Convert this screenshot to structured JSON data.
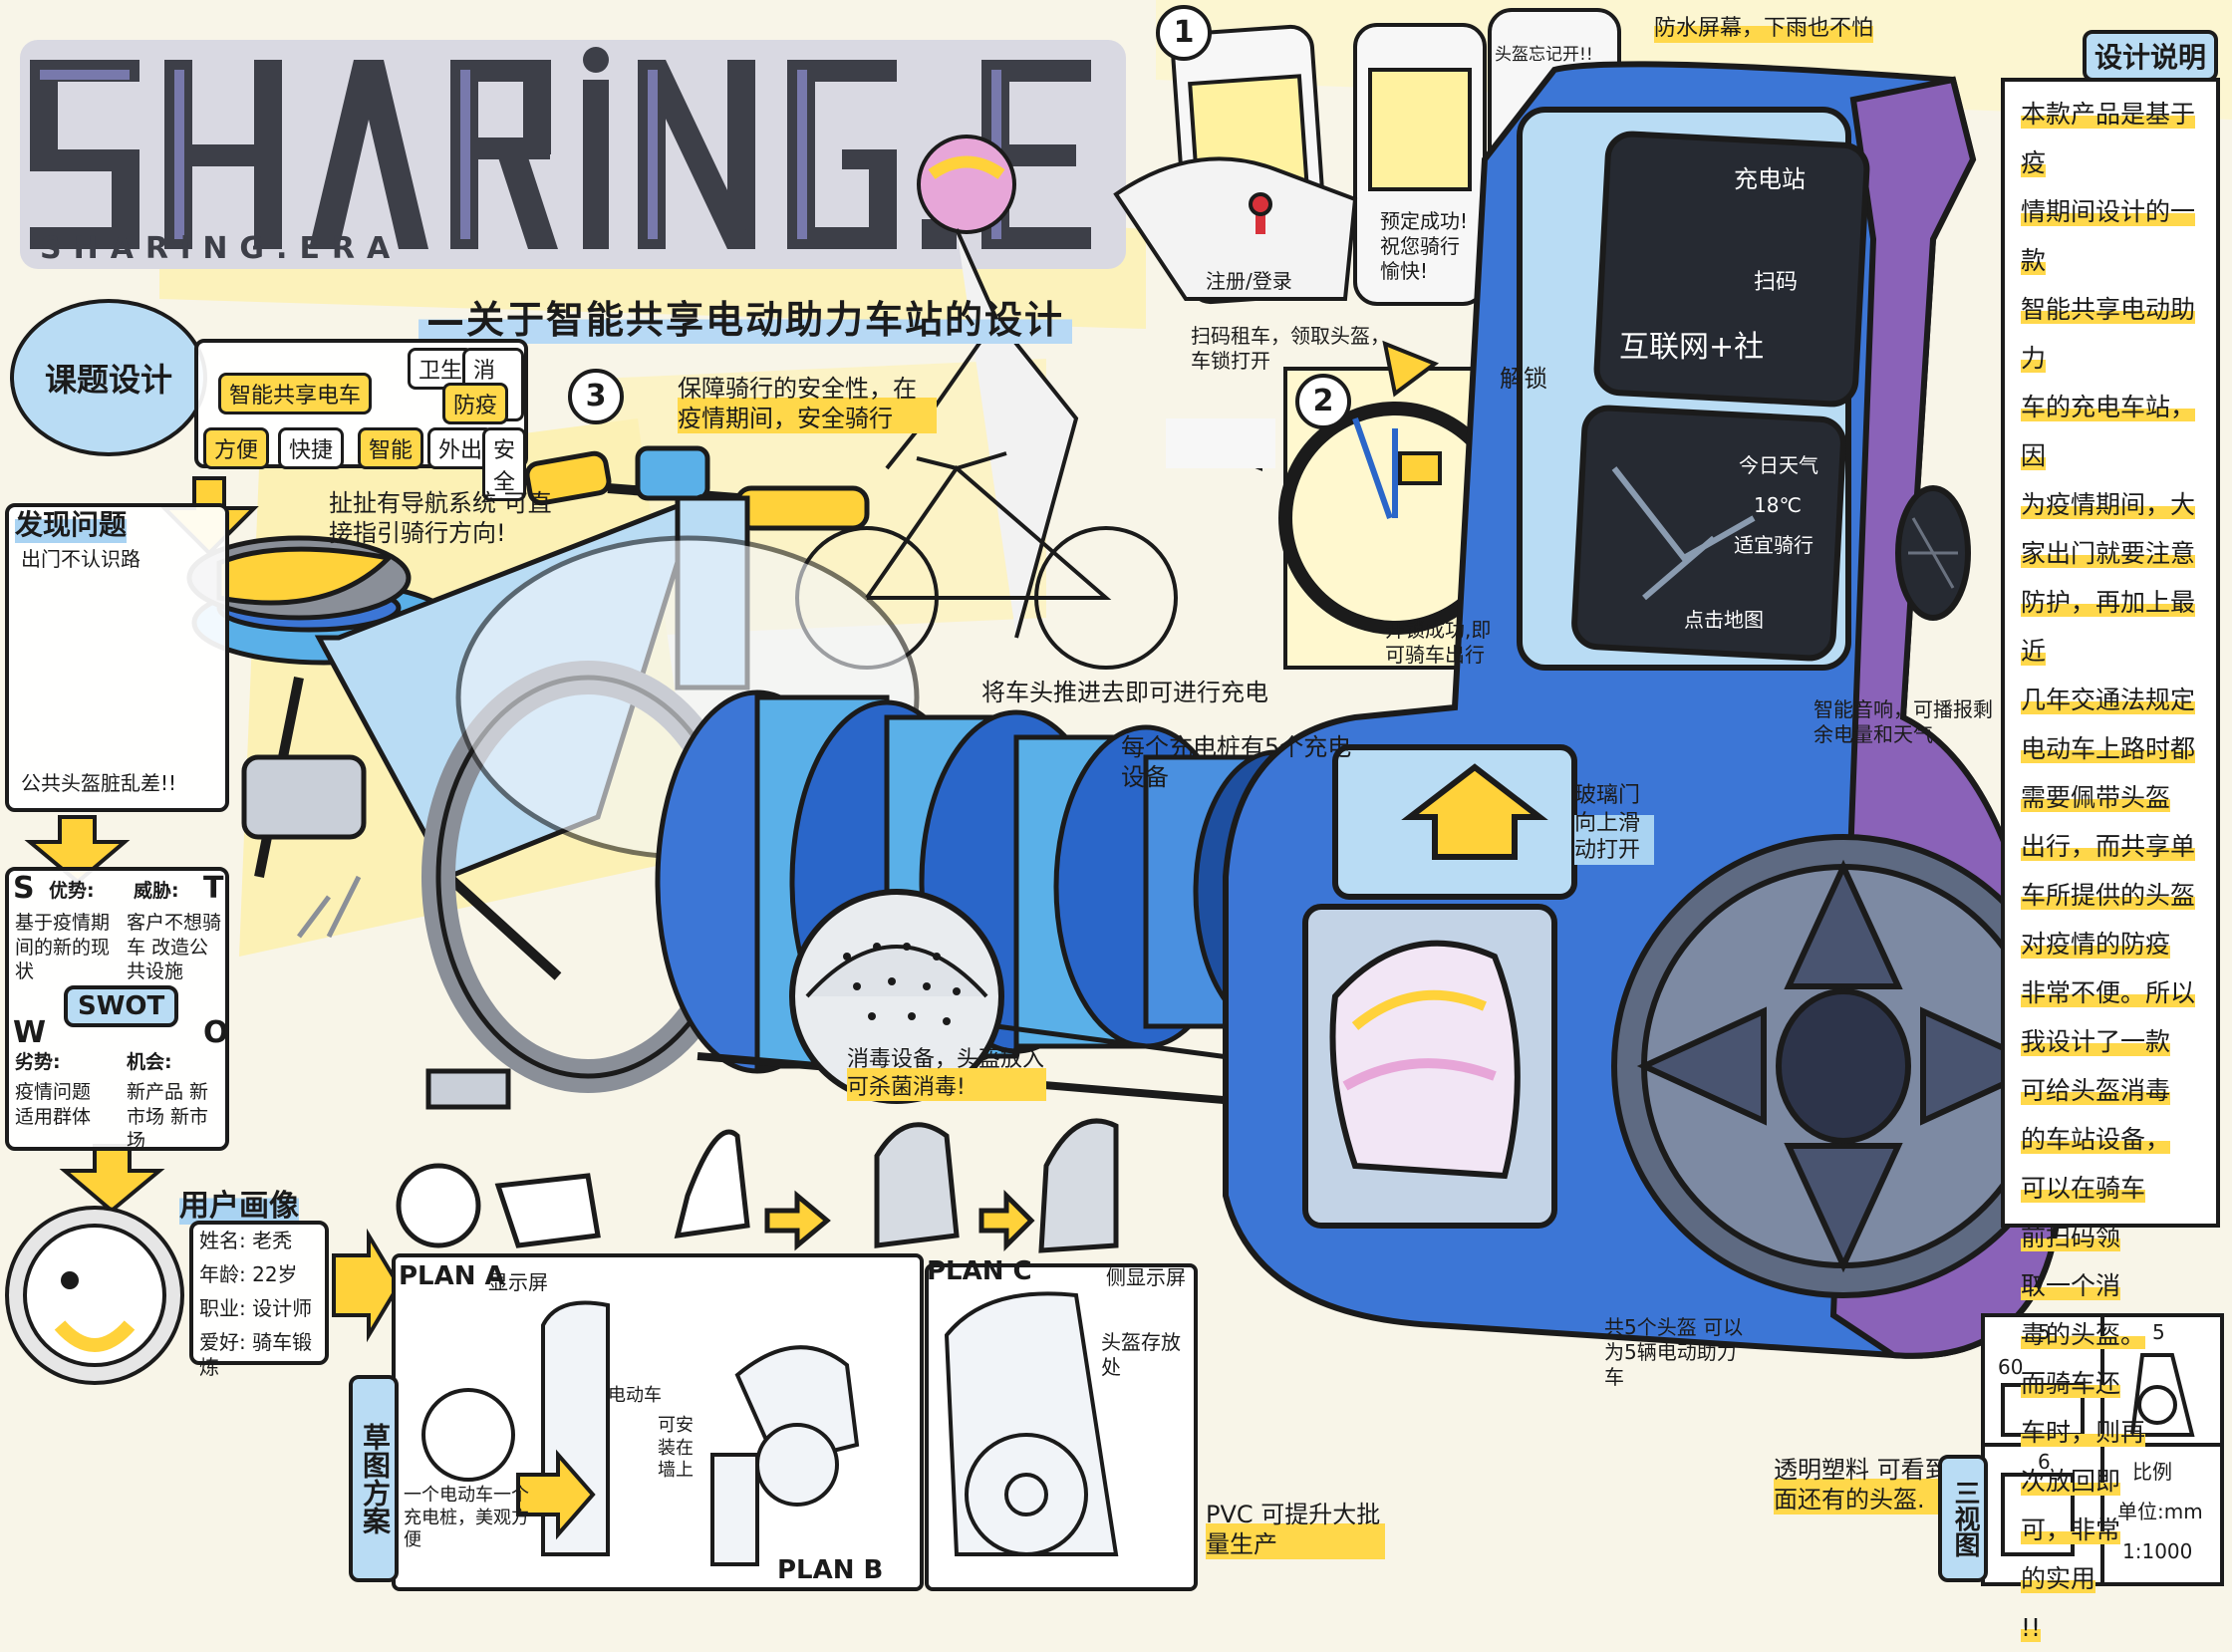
{
  "title": "SHARiNG.ERA",
  "subtitle": "—关于智能共享电动助力车站的设计",
  "topic": {
    "badge": "课题设计",
    "main_tag": "智能共享电车",
    "tags": [
      "卫生",
      "消毒",
      "防疫",
      "方便",
      "快捷",
      "智能",
      "外出",
      "安全"
    ]
  },
  "problem": {
    "badge": "发现问题",
    "line1": "出门不认识路",
    "bubble": "公共头盔脏乱差!!"
  },
  "swot": {
    "label": "SWOT",
    "s": {
      "letter": "S",
      "head": "优势:",
      "body": "基于疫情期间的新的现状"
    },
    "t": {
      "letter": "T",
      "head": "威胁:",
      "body": "客户不想骑车 改造公共设施"
    },
    "w": {
      "letter": "W",
      "head": "劣势:",
      "body": "疫情问题 适用群体"
    },
    "o": {
      "letter": "O",
      "head": "机会:",
      "body": "新产品 新市场 新市场"
    }
  },
  "persona": {
    "badge": "用户画像",
    "rows": [
      {
        "k": "姓名:",
        "v": "老秃"
      },
      {
        "k": "年龄:",
        "v": "22岁"
      },
      {
        "k": "职业:",
        "v": "设计师"
      },
      {
        "k": "爱好:",
        "v": "骑车锻炼"
      }
    ]
  },
  "sketch": {
    "label": "草图方案",
    "plan_a": "PLAN A",
    "plan_b": "PLAN B",
    "plan_c": "PLAN C",
    "notes": [
      "显示屏",
      "一个电动车一个充电桩，美观方便",
      "侧显示屏",
      "头盔存放处",
      "可安装在墙上",
      "电动车"
    ]
  },
  "annotations": {
    "nav": "扯扯有导航系统 可直接指引骑行方向!",
    "safety": "保障骑行的安全性，在疫情期间，安全骑行",
    "charge_in": "将车头推进去即可进行充电",
    "pile": "每个充电桩有5个充电设备",
    "disinfect": "消毒设备，头盔放入可杀菌消毒!",
    "glass": "玻璃门向上滑动打开",
    "speaker": "智能音响，可播报剩余电量和天气",
    "waterproof": "防水屏幕，下雨也不怕",
    "pvc": "PVC 可提升大批量生产",
    "plastic": "透明塑料 可看到里面还有的头盔.",
    "total": "共5个头盔 可以为5辆电动助力车",
    "unlock": "解锁",
    "scan": "扫码租车，领取头盔，车锁打开",
    "lock": "开锁成功,即可骑车出行",
    "phone_btn": "注册/登录",
    "phone_msg": "预定成功! 祝您骑行愉快!",
    "phone_top": "头盔忘记开!!"
  },
  "screens": {
    "station": "充电站",
    "scan": "扫码",
    "brand": "互联网+社",
    "weather": "今日天气",
    "temp": "18℃",
    "rec": "适宜骑行",
    "map": "点击地图"
  },
  "steps": [
    "1",
    "2",
    "3"
  ],
  "design": {
    "badge": "设计说明",
    "lines": [
      "本款产品是基于疫",
      "情期间设计的一款",
      "智能共享电动助力",
      "车的充电车站，因",
      "为疫情期间，大",
      "家出门就要注意",
      "防护，再加上最近",
      "几年交通法规定",
      "电动车上路时都",
      "需要佩带头盔",
      "出行，而共享单",
      "车所提供的头盔",
      "对疫情的防疫",
      "非常不便。所以",
      "我设计了一款",
      "可给头盔消毒",
      "的车站设备，",
      "可以在骑车",
      "前扫码领",
      "取一个消",
      "毒的头盔。",
      "而骑车还",
      "车时，则再",
      "次放回即",
      "可，非常",
      "的实用",
      "!!"
    ]
  },
  "three_view": {
    "badge": "三视图",
    "scale_label": "比例",
    "unit": "单位:mm",
    "ratio": "1:1000",
    "dims": [
      "5",
      "5",
      "60",
      "6"
    ]
  },
  "colors": {
    "blue": "#2a66c9",
    "purple": "#8a62b8",
    "yellow": "#ffd23a",
    "gray": "#8e9aa8",
    "ink": "#1b1b1b"
  },
  "icons": [
    "bicycle-icon",
    "helmet-icon",
    "smartphone-icon",
    "speaker-icon",
    "arrow-icon",
    "location-pin-icon"
  ]
}
